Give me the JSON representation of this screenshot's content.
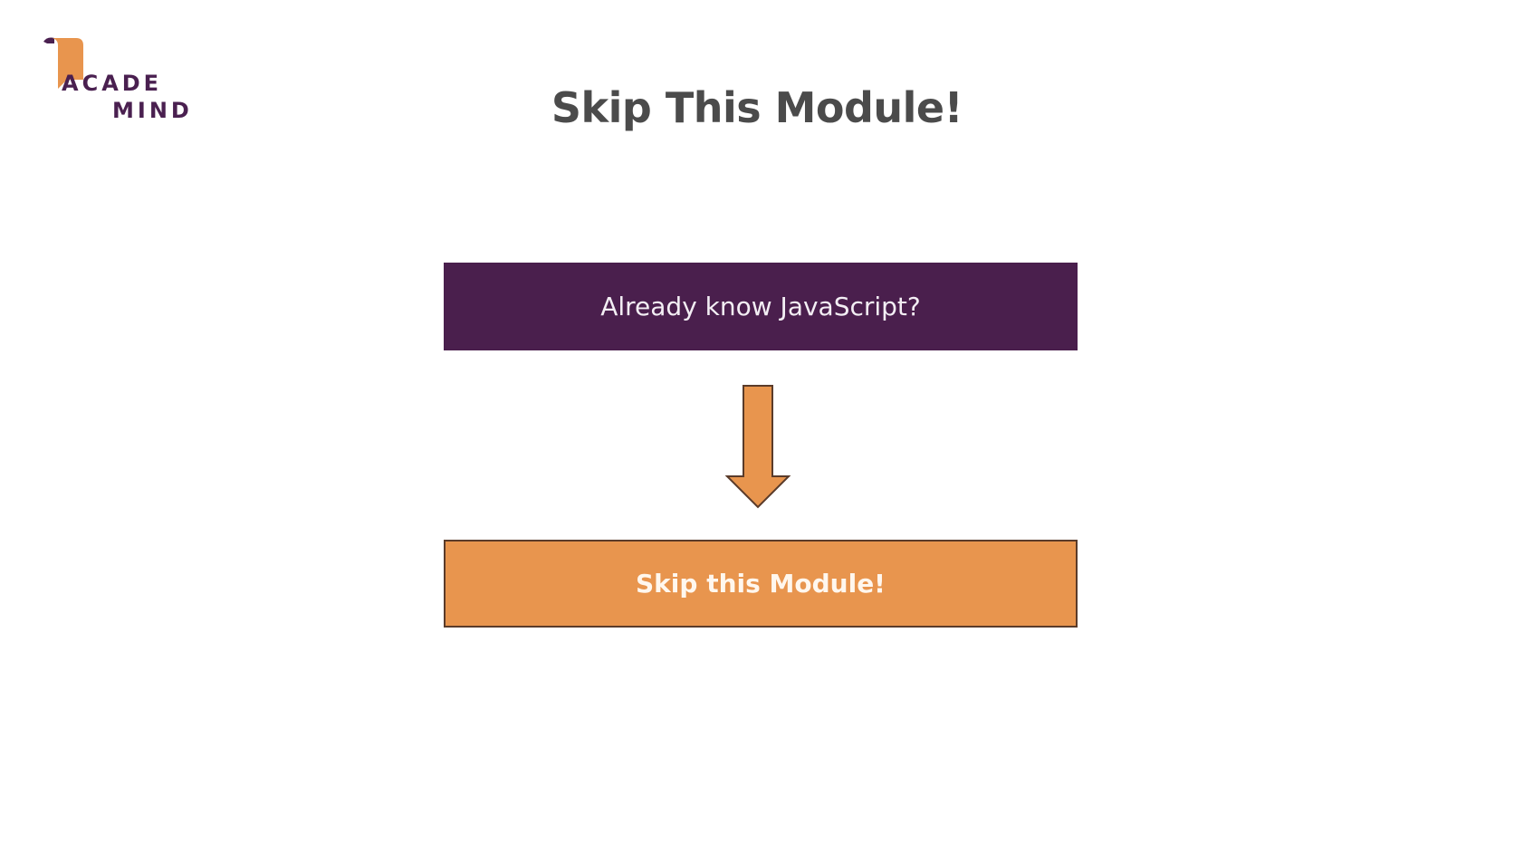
{
  "slide": {
    "title": "Skip This Module!",
    "logo": {
      "line1": "ACADE",
      "line2": "MIND"
    },
    "question_box": {
      "label": "Already know JavaScript?",
      "color": "#4a1f4d"
    },
    "action_box": {
      "label": "Skip this Module!",
      "color": "#e8954e"
    },
    "arrow": {
      "direction": "down",
      "color": "#e8954e"
    }
  }
}
